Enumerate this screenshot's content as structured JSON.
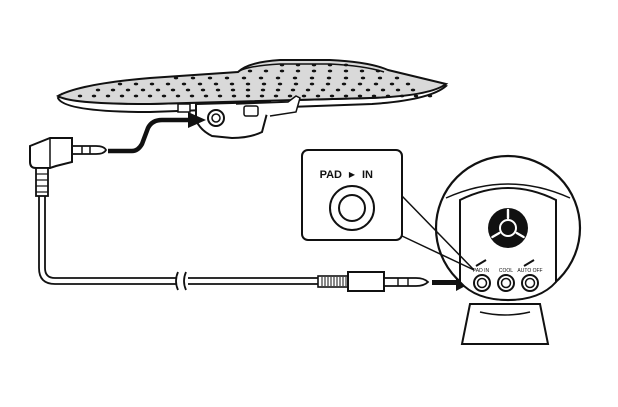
{
  "callout": {
    "label_left": "PAD",
    "label_right": "IN",
    "arrow_glyph": "▶"
  },
  "module": {
    "jack_labels": [
      "PAD IN",
      "COOL",
      "AUTO OFF"
    ]
  },
  "icons": {
    "logo": "yamaha-tuning-fork-logo",
    "connection_arrow": "right-arrow-icon"
  },
  "colors": {
    "ink": "#111111",
    "paper": "#ffffff",
    "pad_surface": "#d9d9d9"
  }
}
